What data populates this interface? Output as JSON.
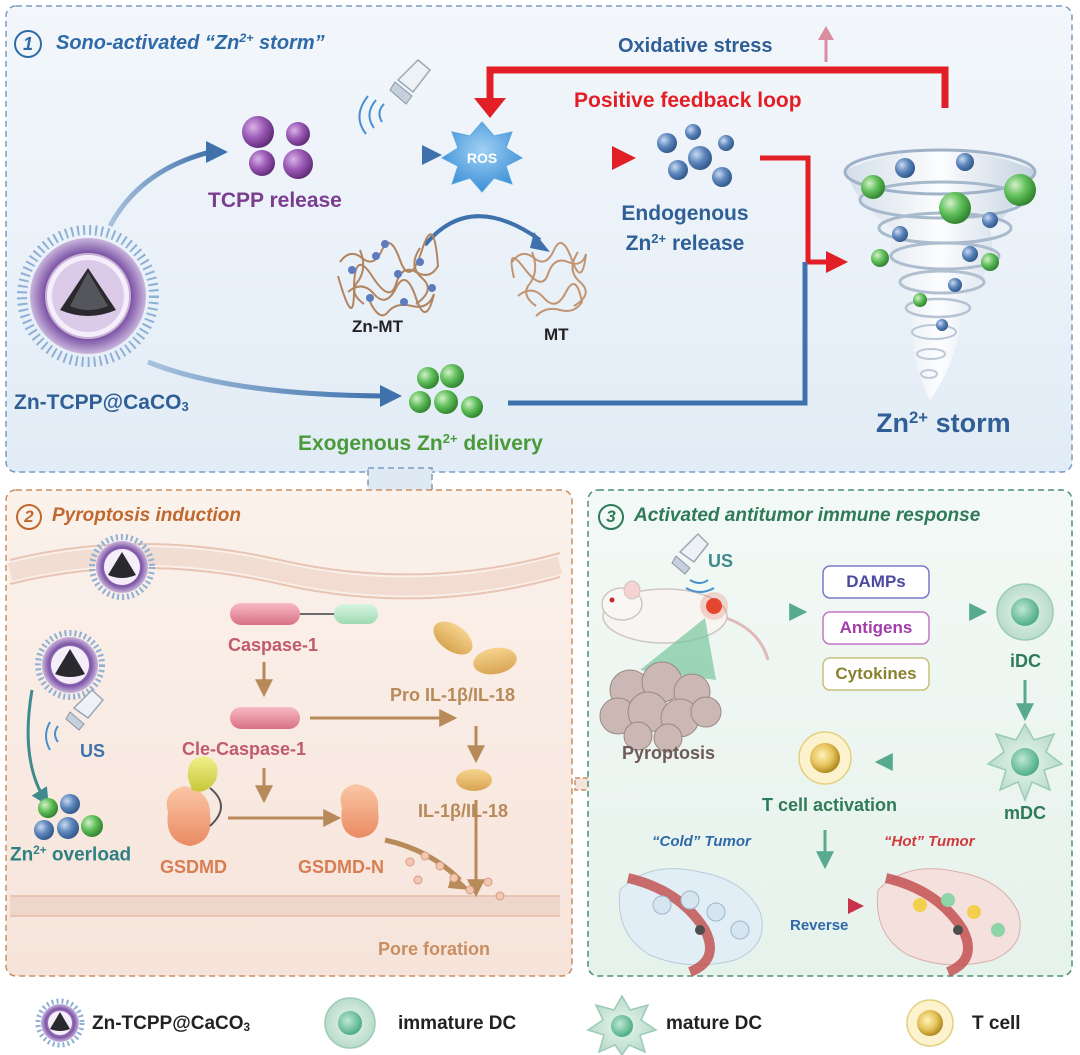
{
  "panel1": {
    "number": "1",
    "title": "Sono-activated “Zn",
    "title_sup": "2+",
    "title_end": " storm”",
    "oxidative_stress": "Oxidative stress",
    "positive_feedback": "Positive feedback loop",
    "ros": "ROS",
    "tcpp_release": "TCPP release",
    "endogenous_line1": "Endogenous",
    "endogenous_zn": "Zn",
    "endogenous_sup": "2+",
    "endogenous_end": " release",
    "zn_mt": "Zn-MT",
    "mt": "MT",
    "nanoparticle": "Zn-TCPP@CaCO",
    "nanoparticle_sub": "3",
    "exogenous": "Exogenous Zn",
    "exogenous_sup": "2+",
    "exogenous_end": " delivery",
    "storm": "Zn",
    "storm_sup": "2+",
    "storm_end": " storm"
  },
  "panel2": {
    "number": "2",
    "title": "Pyroptosis induction",
    "caspase1": "Caspase-1",
    "cle_caspase1": "Cle-Caspase-1",
    "pro_il": "Pro IL-1β/IL-18",
    "il": "IL-1β/IL-18",
    "us": "US",
    "overload": "Zn",
    "overload_sup": "2+",
    "overload_end": " overload",
    "gsdmd": "GSDMD",
    "gsdmd_n": "GSDMD-N",
    "pore": "Pore foration"
  },
  "panel3": {
    "number": "3",
    "title": "Activated antitumor immune response",
    "us": "US",
    "damps": "DAMPs",
    "antigens": "Antigens",
    "cytokines": "Cytokines",
    "idc": "iDC",
    "pyroptosis": "Pyroptosis",
    "tcell_activation": "T cell activation",
    "mdc": "mDC",
    "cold": "“Cold” Tumor",
    "hot": "“Hot” Tumor",
    "reverse": "Reverse"
  },
  "legend": {
    "np": "Zn-TCPP@CaCO",
    "np_sub": "3",
    "idc": "immature DC",
    "mdc": "mature DC",
    "tcell": "T cell"
  },
  "colors": {
    "panel1_border": "#7a9cc0",
    "panel1_title": "#2f6aa8",
    "red": "#e21e26",
    "blue_arrow": "#3f72ad",
    "green_text": "#4b9a3a",
    "purple": "#7a3d8f",
    "panel2_border": "#c98f63",
    "panel2_title": "#c0682e",
    "rose": "#c05a6e",
    "tan": "#b88a5a",
    "panel3_border": "#4f8f71",
    "panel3_title": "#2f7a58",
    "teal": "#58aa8e"
  }
}
